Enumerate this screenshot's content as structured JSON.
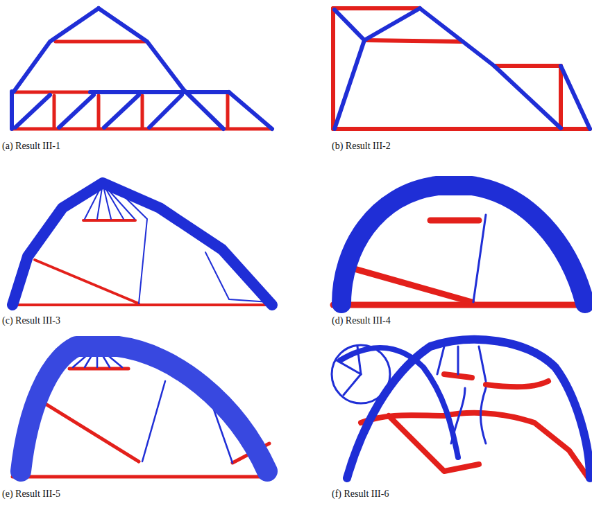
{
  "diagram": {
    "labels": [
      "(a) Result III-1",
      "(b) Result III-2",
      "(c) Result III-3",
      "(d) Result III-4",
      "(e) Result III-5",
      "(f) Result III-6"
    ]
  }
}
